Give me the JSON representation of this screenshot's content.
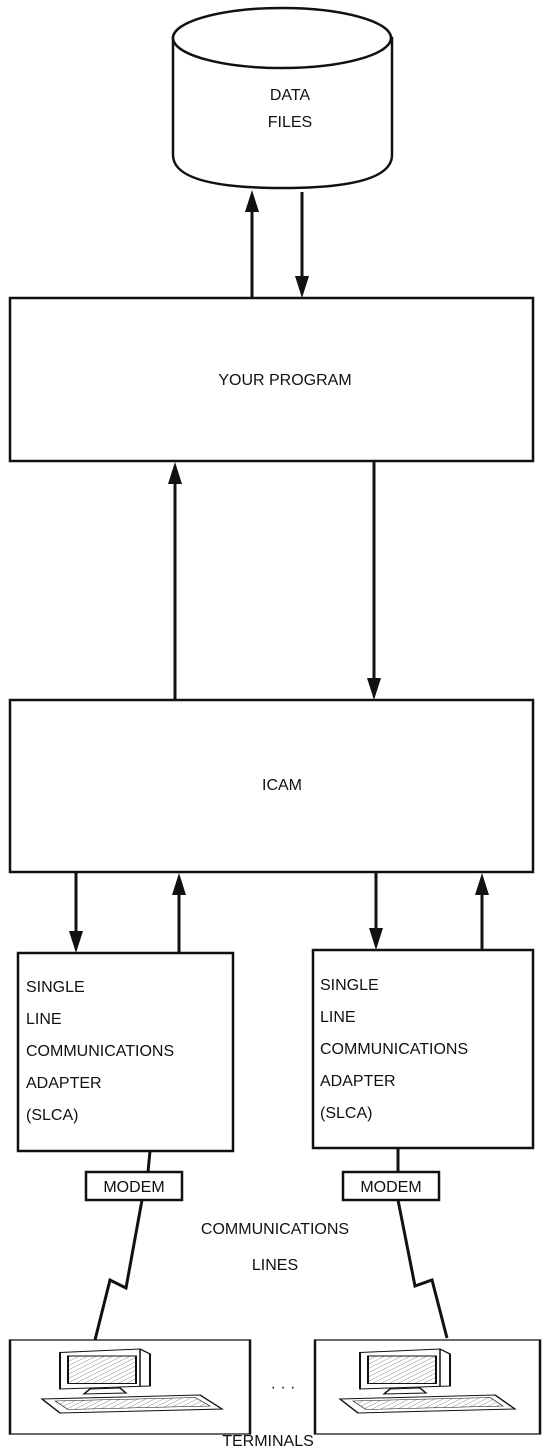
{
  "data_files": {
    "line1": "DATA",
    "line2": "FILES"
  },
  "program": {
    "label": "YOUR PROGRAM"
  },
  "icam": {
    "label": "ICAM"
  },
  "slca_left": {
    "lines": [
      "SINGLE",
      "LINE",
      "COMMUNICATIONS",
      "ADAPTER",
      "(SLCA)"
    ]
  },
  "slca_right": {
    "lines": [
      "SINGLE",
      "LINE",
      "COMMUNICATIONS",
      "ADAPTER",
      "(SLCA)"
    ]
  },
  "modem_left": {
    "label": "MODEM"
  },
  "modem_right": {
    "label": "MODEM"
  },
  "comm_lines": {
    "line1": "COMMUNICATIONS",
    "line2": "LINES"
  },
  "ellipsis": "· · ·",
  "terminals": {
    "label": "TERMINALS"
  },
  "icons": [
    "database-cylinder-icon",
    "terminal-computer-icon",
    "keyboard-icon",
    "lightning-line-icon"
  ]
}
